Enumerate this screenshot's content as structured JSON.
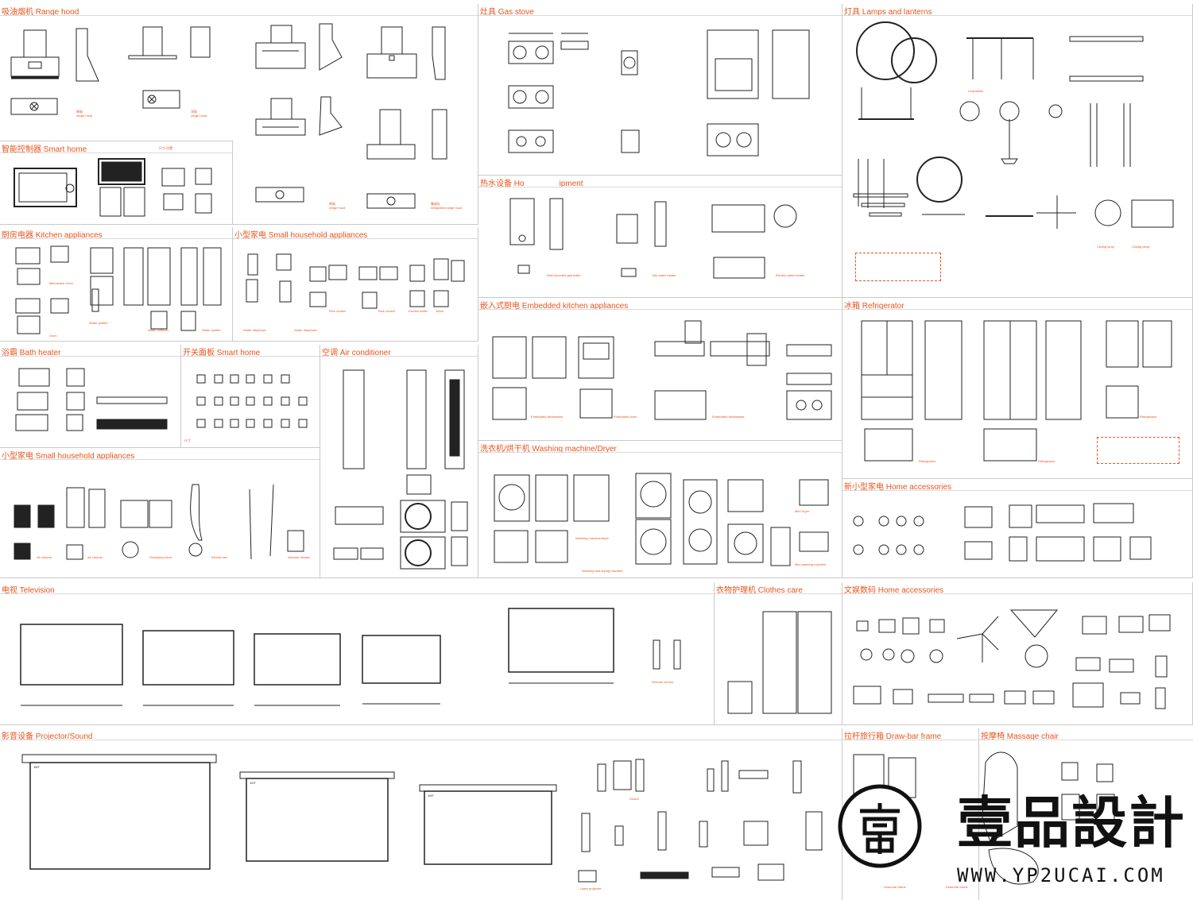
{
  "sections": {
    "range_hood": "吸油烟机 Range hood",
    "smart_home": "智能控制器 Smart home",
    "kitchen_appliances": "厨房电器 Kitchen appliances",
    "small_household_1": "小型家电 Small household appliances",
    "bath_heater": "浴霸 Bath heater",
    "switch_panel": "开关面板 Smart home",
    "air_conditioner": "空调 Air conditioner",
    "small_household_2": "小型家电 Small household appliances",
    "gas_stove": "灶具 Gas stove",
    "hot_water": "热水设备 Ho",
    "hot_water_tail": "ipment",
    "embedded_kitchen": "嵌入式厨电 Embedded kitchen appliances",
    "washing": "洗衣机/烘干机 Washing machine/Dryer",
    "lamps": "灯具 Lamps and lanterns",
    "refrigerator": "冰箱 Refrigerator",
    "home_accessories_1": "新小型家电 Home accessories",
    "television": "电视 Television",
    "clothes_care": "衣物护理机 Clothes care",
    "home_accessories_2": "文娱数码 Home accessories",
    "projector": "影音设备 Projector/Sound",
    "drawbar": "拉杆旅行箱 Draw-bar frame",
    "massage": "按摩椅 Massage chair"
  },
  "labels": {
    "range_hood_a": "侧吸",
    "range_hood_a2": "range hood",
    "range_hood_b": "顶吸",
    "range_hood_b2": "range hood",
    "range_hood_c": "侧吸",
    "range_hood_c2": "range hood",
    "range_hood_d": "集成灶",
    "range_hood_d2": "Integrated range hood",
    "smart_note": "尺寸/位置",
    "microwave": "Microwave Oven",
    "oven": "Oven",
    "water_purifier": "Water purifier",
    "water_softener": "Water softener",
    "water_purifier2": "Water purifier",
    "water_dispenser": "Water dispenser",
    "water_dispenser2": "Water dispenser",
    "rice_cooker": "Rice cooker",
    "rice_cooker2": "Rice cooker",
    "electric_kettle": "Electric kettle",
    "juicer": "Juicer",
    "switch_note": "尺寸",
    "air_cleaner": "Air cleaner",
    "air_cleaner2": "Air cleaner",
    "sweeping_robot": "Sweeping robot",
    "electric_fan": "Electric fan",
    "vacuum_cleaner": "Vacuum cleaner",
    "wall_gas_boiler": "Wall mounted gas boiler",
    "gas_water_heater": "Gas water heater",
    "electric_water_heater": "Electric water heater",
    "embedded_dishwasher": "Embedded dishwasher",
    "embedded_oven": "Embedded oven",
    "embedded_dishwasher2": "Embedded dishwasher",
    "washing_machine": "Washing machine/dryer",
    "washing_and_drying": "Washing and drying machine",
    "mini_dryer": "Mini Dryer",
    "mini_washing": "Mini washing machine",
    "chandelier": "Chandelier",
    "ceiling_lamp": "Ceiling lamp",
    "ceiling_lamp2": "Ceiling lamp",
    "refrigerator_a": "Refrigerator",
    "refrigerator_b": "Refrigerator",
    "refrigerator_c": "Refrigerator",
    "remote_control": "Remote control",
    "sound": "Sound",
    "laser_projector": "Laser projector",
    "draw_bar_frame": "Draw-bar frame",
    "draw_bar_frame2": "Draw-bar frame"
  },
  "screen_labels": {
    "s1": "150\"",
    "s2": "120\"",
    "s3": "100\""
  },
  "watermark": {
    "brand": "壹品設計",
    "url": "WWW.YP2UCAI.COM"
  },
  "colors": {
    "accent": "#e8551c",
    "line": "#222222",
    "divider": "#c9c9c9"
  }
}
